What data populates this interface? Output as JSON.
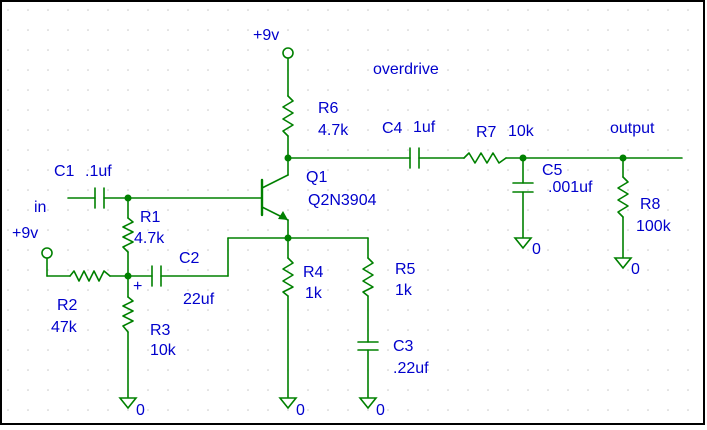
{
  "title": "overdrive",
  "colors": {
    "background": "#ffffff",
    "wire": "#008000",
    "label": "#0000cc",
    "grid_dots": "#c8c8c8",
    "frame": "#000000"
  },
  "supply": {
    "top": "+9v",
    "input_bias": "+9v"
  },
  "nodes": {
    "input": "in",
    "output": "output",
    "plus_mark": "+"
  },
  "components": {
    "C1": {
      "ref": "C1",
      "value": ".1uf"
    },
    "R1": {
      "ref": "R1",
      "value": "4.7k"
    },
    "R2": {
      "ref": "R2",
      "value": "47k"
    },
    "R3": {
      "ref": "R3",
      "value": "10k"
    },
    "C2": {
      "ref": "C2",
      "value": "22uf"
    },
    "Q1": {
      "ref": "Q1",
      "value": "Q2N3904"
    },
    "R6": {
      "ref": "R6",
      "value": "4.7k"
    },
    "R4": {
      "ref": "R4",
      "value": "1k"
    },
    "R5": {
      "ref": "R5",
      "value": "1k"
    },
    "C3": {
      "ref": "C3",
      "value": ".22uf"
    },
    "C4": {
      "ref": "C4",
      "value": "1uf"
    },
    "R7": {
      "ref": "R7",
      "value": "10k"
    },
    "C5": {
      "ref": "C5",
      "value": ".001uf"
    },
    "R8": {
      "ref": "R8",
      "value": "100k"
    }
  },
  "grounds": {
    "label": "0"
  }
}
